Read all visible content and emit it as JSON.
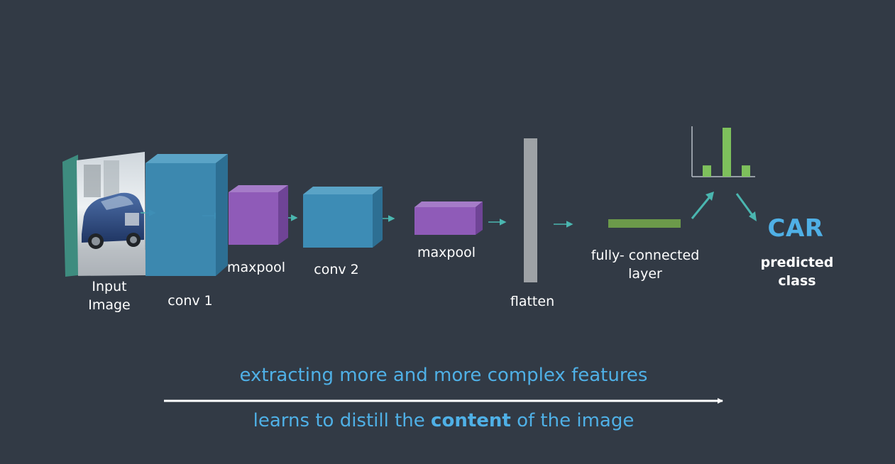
{
  "colors": {
    "background": "#323a45",
    "input_frame": "#3e8c7f",
    "conv": "#3d8cb5",
    "maxpool": "#8f5bb8",
    "flatten": "#9ea2a6",
    "fully_connected": "#6c9a4a",
    "bar": "#7ec05c",
    "arrow_small": "#4ab6b0",
    "accent_text": "#4fb0e6",
    "label_text": "#ffffff",
    "axis": "#b8bec6"
  },
  "stages": {
    "input": {
      "line1": "Input",
      "line2": "Image",
      "icon": "car-photo"
    },
    "conv1": {
      "label": "conv 1"
    },
    "maxpool1": {
      "label": "maxpool"
    },
    "conv2": {
      "label": "conv 2"
    },
    "maxpool2": {
      "label": "maxpool"
    },
    "flatten": {
      "label": "flatten"
    },
    "fully_connected": {
      "line1": "fully- connected",
      "line2": "layer"
    }
  },
  "output": {
    "class_name": "CAR",
    "line1": "predicted",
    "line2": "class",
    "bar_values": [
      0.23,
      1.0,
      0.23
    ]
  },
  "captions": {
    "top": "extracting more and more complex features",
    "bottom_pre": "learns to distill the ",
    "bottom_bold": "content",
    "bottom_post": " of the image"
  }
}
